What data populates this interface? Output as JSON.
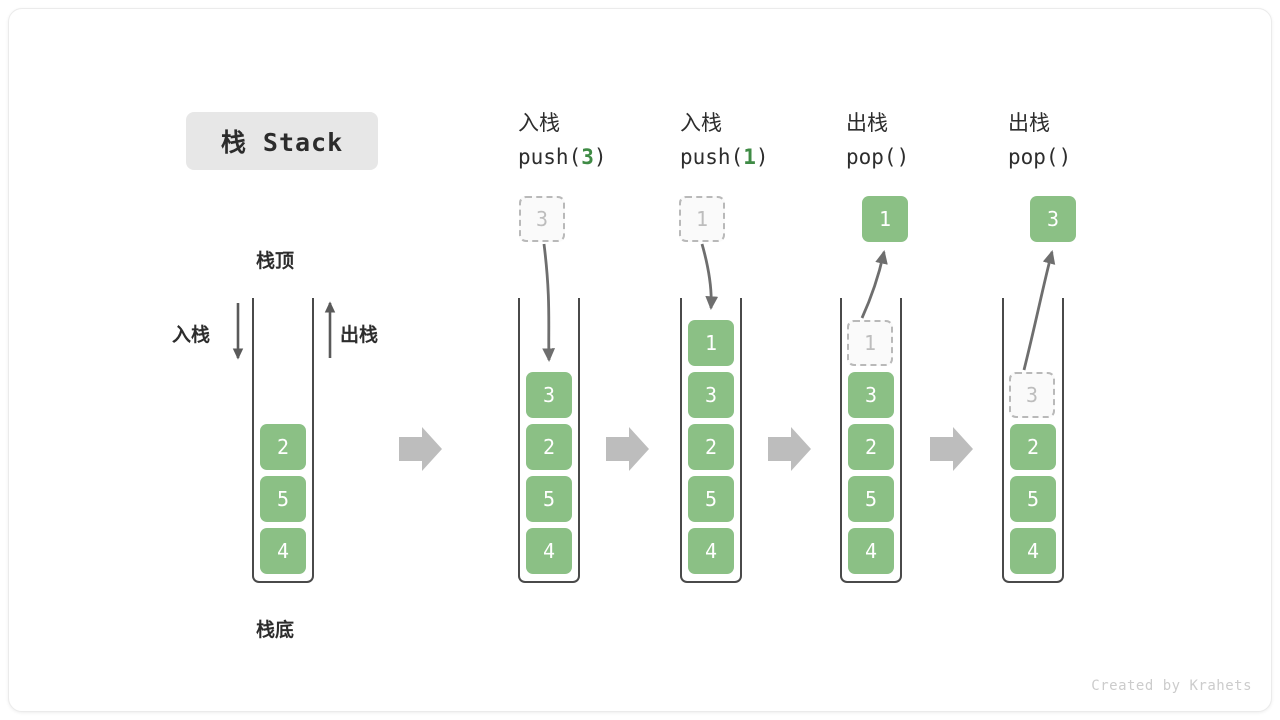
{
  "diagram": {
    "title": "栈 Stack",
    "credit": "Created by Krahets",
    "accent_green": "#8bc085",
    "ghost_gray": "#bdbdbd",
    "arrow_gray": "#6e6e6e",
    "step_arrow_gray": "#bdbdbd"
  },
  "legend": {
    "top_label": "栈顶",
    "bottom_label": "栈底",
    "push_label": "入栈",
    "pop_label": "出栈"
  },
  "steps": [
    {
      "id": "initial",
      "op_cjk": "",
      "op_code_prefix": "",
      "op_code_arg": "",
      "op_code_suffix": "",
      "stack": [
        "2",
        "5",
        "4"
      ],
      "ghost": null,
      "detached": null
    },
    {
      "id": "push-3",
      "op_cjk": "入栈",
      "op_code_prefix": "push(",
      "op_code_arg": "3",
      "op_code_suffix": ")",
      "stack": [
        "3",
        "2",
        "5",
        "4"
      ],
      "ghost": {
        "value": "3",
        "position": "above-outside"
      },
      "detached": null
    },
    {
      "id": "push-1",
      "op_cjk": "入栈",
      "op_code_prefix": "push(",
      "op_code_arg": "1",
      "op_code_suffix": ")",
      "stack": [
        "1",
        "3",
        "2",
        "5",
        "4"
      ],
      "ghost": {
        "value": "1",
        "position": "above-outside"
      },
      "detached": null
    },
    {
      "id": "pop-1",
      "op_cjk": "出栈",
      "op_code_prefix": "pop(",
      "op_code_arg": "",
      "op_code_suffix": ")",
      "stack": [
        "3",
        "2",
        "5",
        "4"
      ],
      "ghost": {
        "value": "1",
        "position": "in-stack-top"
      },
      "detached": {
        "value": "1"
      }
    },
    {
      "id": "pop-3",
      "op_cjk": "出栈",
      "op_code_prefix": "pop(",
      "op_code_arg": "",
      "op_code_suffix": ")",
      "stack": [
        "2",
        "5",
        "4"
      ],
      "ghost": {
        "value": "3",
        "position": "in-stack-top"
      },
      "detached": {
        "value": "3"
      }
    }
  ]
}
